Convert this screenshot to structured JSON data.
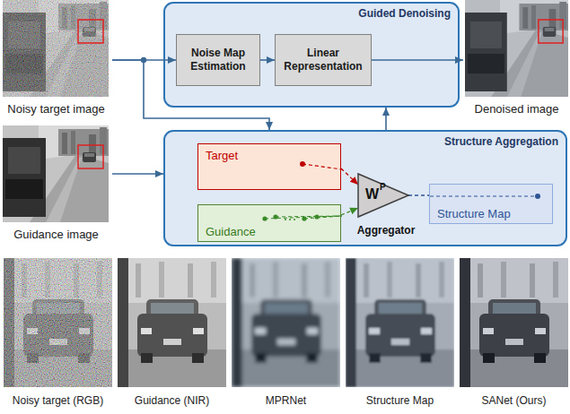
{
  "diagram": {
    "nodes": [
      {
        "text": [
          "Noisy target image"
        ]
      },
      {
        "text": [
          "Guided Denoising"
        ]
      },
      {
        "text": [
          "Noise Map Estimation"
        ],
        "in": 1
      },
      {
        "text": [
          "Linear Representation"
        ],
        "in": 1
      },
      {
        "text": [
          "Denoised image"
        ]
      },
      {
        "text": [
          "Guidance image"
        ]
      },
      {
        "text": [
          "Structure Aggregation"
        ]
      },
      {
        "text": [
          "Target"
        ],
        "in": 6
      },
      {
        "text": [
          "Guidance"
        ],
        "in": 6
      },
      {
        "text": [
          "W",
          "P",
          "Aggregator"
        ],
        "in": 6
      },
      {
        "text": [
          "Structure Map"
        ],
        "in": 6
      }
    ],
    "edges": [
      {
        "from": 0,
        "to": 2,
        "arrow": "to"
      },
      {
        "from": 0,
        "to": 6,
        "arrow": "to"
      },
      {
        "from": 2,
        "to": 3,
        "arrow": "to"
      },
      {
        "from": 3,
        "to": 4,
        "arrow": "to"
      },
      {
        "from": 5,
        "to": 6,
        "arrow": "to"
      },
      {
        "from": 6,
        "to": 1,
        "arrow": "to"
      },
      {
        "from": 7,
        "to": 9,
        "arrow": "to"
      },
      {
        "from": 8,
        "to": 9,
        "arrow": "to"
      },
      {
        "from": 9,
        "to": 10,
        "arrow": "none"
      }
    ],
    "labels": [
      "Noisy target (RGB)",
      "Guidance (NIR)",
      "MPRNet",
      "Structure Map",
      "SANet (Ours)"
    ]
  }
}
